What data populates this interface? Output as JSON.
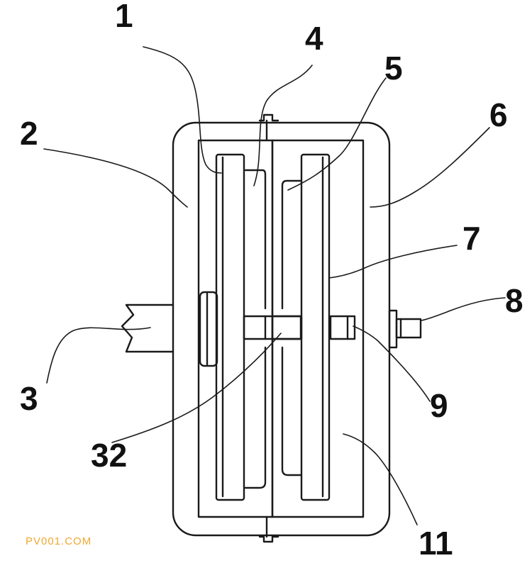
{
  "colors": {
    "line": "#1a1a1a",
    "background": "#ffffff",
    "watermark": "#f0a830"
  },
  "labels": {
    "l1": "1",
    "l2": "2",
    "l3": "3",
    "l4": "4",
    "l5": "5",
    "l6": "6",
    "l7": "7",
    "l8": "8",
    "l9": "9",
    "l11": "11",
    "l32": "32"
  },
  "watermark": "PV001.COM"
}
